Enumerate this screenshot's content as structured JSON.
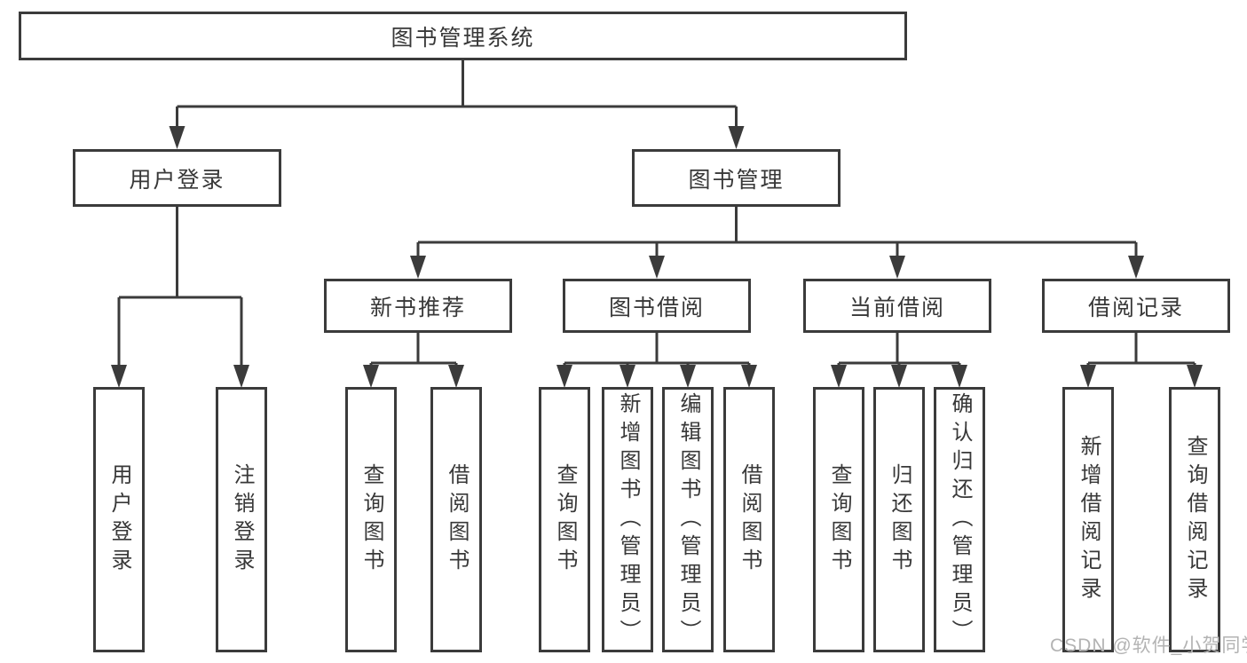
{
  "diagram": {
    "root": {
      "label": "图书管理系统"
    },
    "level2": [
      {
        "label": "用户登录"
      },
      {
        "label": "图书管理"
      }
    ],
    "level3": [
      {
        "label": "新书推荐",
        "parent": "图书管理"
      },
      {
        "label": "图书借阅",
        "parent": "图书管理"
      },
      {
        "label": "当前借阅",
        "parent": "图书管理"
      },
      {
        "label": "借阅记录",
        "parent": "图书管理"
      }
    ],
    "leaves": [
      {
        "label": "用户登录",
        "parent": "用户登录"
      },
      {
        "label": "注销登录",
        "parent": "用户登录"
      },
      {
        "label": "查询图书",
        "parent": "新书推荐"
      },
      {
        "label": "借阅图书",
        "parent": "新书推荐"
      },
      {
        "label": "查询图书",
        "parent": "图书借阅"
      },
      {
        "label": "新增图书（管理员）",
        "parent": "图书借阅"
      },
      {
        "label": "编辑图书（管理员）",
        "parent": "图书借阅"
      },
      {
        "label": "借阅图书",
        "parent": "图书借阅"
      },
      {
        "label": "查询图书",
        "parent": "当前借阅"
      },
      {
        "label": "归还图书",
        "parent": "当前借阅"
      },
      {
        "label": "确认归还（管理员）",
        "parent": "当前借阅"
      },
      {
        "label": "新增借阅记录",
        "parent": "借阅记录"
      },
      {
        "label": "查询借阅记录",
        "parent": "借阅记录"
      }
    ],
    "watermark": "CSDN @软件_小贺同学",
    "colors": {
      "line": "#3b3b3b",
      "box_border": "#3b3b3b",
      "box_fill": "#ffffff",
      "text": "#383838",
      "watermark": "#b3b3b3",
      "background": "#ffffff"
    }
  }
}
